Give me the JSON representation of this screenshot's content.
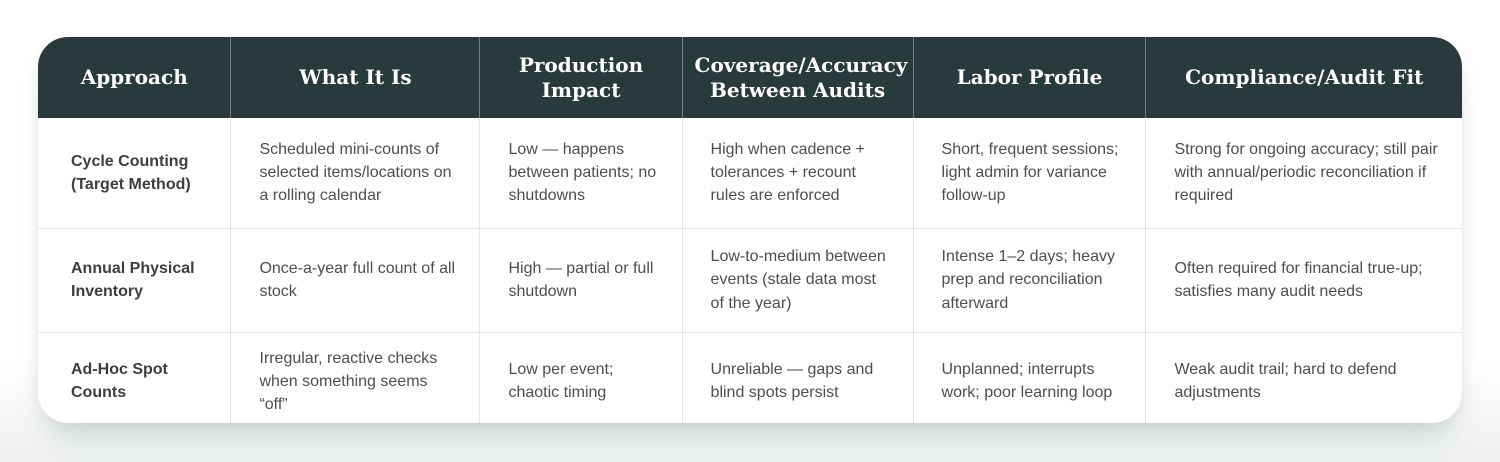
{
  "colors": {
    "header_background": "#293a3d",
    "header_text": "#fdfdfb",
    "body_text": "#4e4e4e",
    "row_label_text": "#3e3e3e",
    "divider": "#e4e4e4",
    "page_bottom_tint": "#eef1ee"
  },
  "table": {
    "headers": [
      "Approach",
      "What It Is",
      "Production Impact",
      "Coverage/Accuracy Between Audits",
      "Labor Profile",
      "Compliance/Audit Fit"
    ],
    "rows": [
      {
        "cells": [
          "Cycle Counting (Target Method)",
          "Scheduled mini-counts of selected items/locations on a rolling calendar",
          "Low — happens between patients; no shutdowns",
          "High when cadence + tolerances + recount rules are enforced",
          "Short, frequent sessions; light admin for variance follow-up",
          "Strong for ongoing accuracy; still pair with annual/periodic reconciliation if required"
        ]
      },
      {
        "cells": [
          "Annual Physical Inventory",
          "Once-a-year full count of all stock",
          "High — partial or full shutdown",
          "Low-to-medium between events (stale data most of the year)",
          "Intense 1–2 days; heavy prep and reconciliation afterward",
          "Often required for financial true-up; satisfies many audit needs"
        ]
      },
      {
        "cells": [
          "Ad-Hoc Spot Counts",
          "Irregular, reactive checks when something seems “off”",
          "Low per event; chaotic timing",
          "Unreliable — gaps and blind spots persist",
          "Unplanned; interrupts work; poor learning loop",
          "Weak audit trail; hard to defend adjustments"
        ]
      }
    ]
  }
}
